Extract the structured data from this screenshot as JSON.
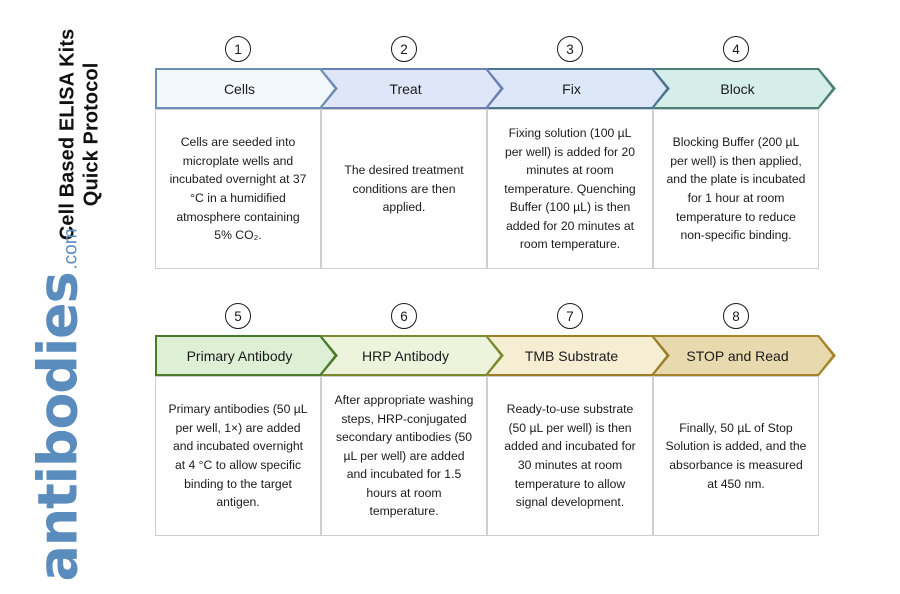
{
  "page": {
    "title_line_1": "Cell Based ELISA Kits",
    "title_line_2": "Quick Protocol"
  },
  "logo": {
    "word": "antibodies",
    "tld": ".com",
    "color": "#5b8cbe"
  },
  "colors": {
    "step_1_fill": "#f3f8fd",
    "step_1_border": "#6b8fb5",
    "step_2_fill": "#dfe6f7",
    "step_2_border": "#6b7fb5",
    "step_3_fill": "#dce8f7",
    "step_3_border": "#4c7591",
    "step_4_fill": "#d6eee9",
    "step_4_border": "#4c7f77",
    "step_5_fill": "#ddefd5",
    "step_5_border": "#4a7a2c",
    "step_6_fill": "#eef3dc",
    "step_6_border": "#7c8a2e",
    "step_7_fill": "#f5eed3",
    "step_7_border": "#9a7f28",
    "step_8_fill": "#e8d9ae",
    "step_8_border": "#a5842c",
    "box_border": "#cfcfcf",
    "number_circle_border": "#1b1b1b",
    "text": "#1b1b1b"
  },
  "rows": [
    {
      "id": "row-1",
      "steps": [
        {
          "number": "1",
          "label": "Cells",
          "description": "Cells are seeded into microplate wells and incubated overnight at 37 °C in a humidified atmosphere containing 5% CO₂."
        },
        {
          "number": "2",
          "label": "Treat",
          "description": "The desired treatment conditions are then applied."
        },
        {
          "number": "3",
          "label": "Fix",
          "description": "Fixing solution (100 µL per well) is added for 20 minutes at room temperature. Quenching Buffer (100 µL) is then added for 20 minutes at room temperature."
        },
        {
          "number": "4",
          "label": "Block",
          "description": "Blocking Buffer (200 µL per well) is then applied, and the plate is incubated for 1 hour at room temperature to reduce non-specific binding."
        }
      ]
    },
    {
      "id": "row-2",
      "steps": [
        {
          "number": "5",
          "label": "Primary Antibody",
          "description": "Primary antibodies (50 µL per well, 1×) are added and incubated overnight at 4 °C to allow specific binding to the target antigen."
        },
        {
          "number": "6",
          "label": "HRP Antibody",
          "description": "After appropriate washing steps, HRP-conjugated secondary antibodies (50 µL per well) are added and incubated for 1.5 hours at room temperature."
        },
        {
          "number": "7",
          "label": "TMB Substrate",
          "description": "Ready-to-use substrate (50 µL per well) is then added and incubated for 30 minutes at room temperature to allow signal development."
        },
        {
          "number": "8",
          "label": "STOP and Read",
          "description": "Finally, 50 µL of Stop Solution is added, and the absorbance is measured at 450 nm."
        }
      ]
    }
  ]
}
